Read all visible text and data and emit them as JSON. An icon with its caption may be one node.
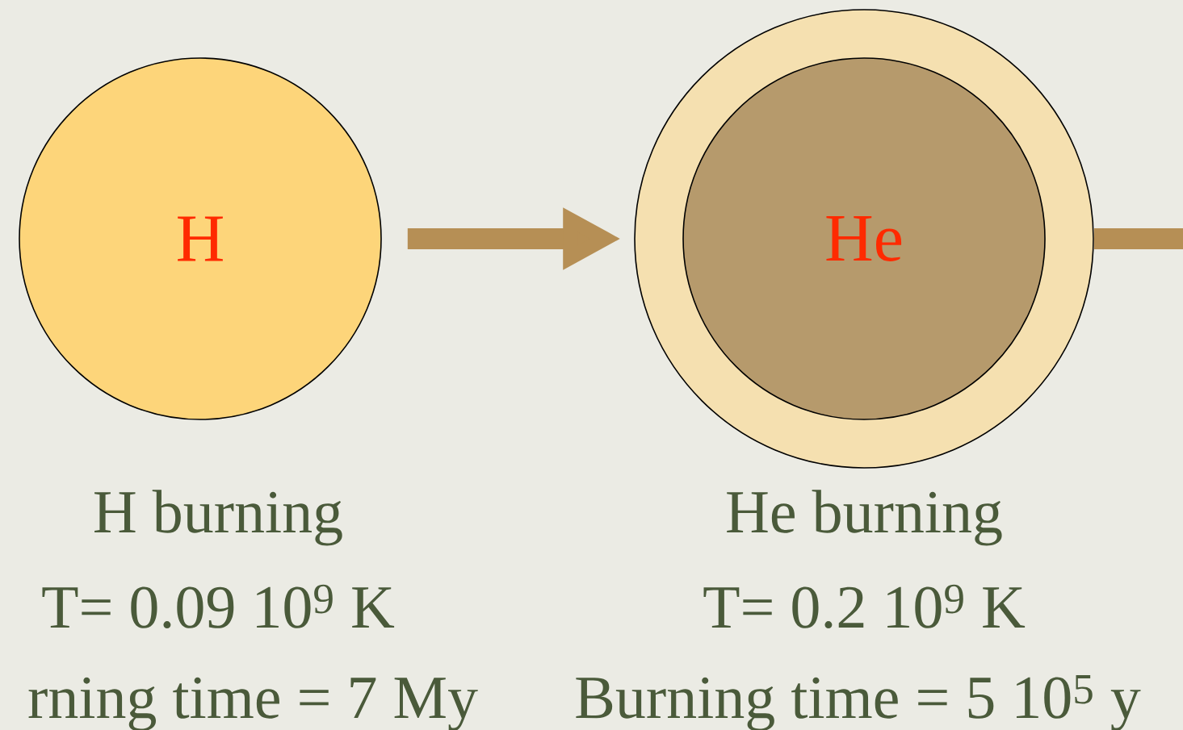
{
  "diagram": {
    "nodes": [
      {
        "text": [
          "H"
        ],
        "beside": [
          "H burning",
          "T= 0.09 10$^{9}$ K",
          "rning time = 7 My"
        ]
      },
      {
        "text": [],
        "shape": "circle",
        "beside": [
          "He burning",
          "T= 0.2 10$^{9}$ K",
          "Burning time = 5 10$^{5}$ y"
        ]
      },
      {
        "text": [
          "He"
        ],
        "in": 1
      }
    ],
    "edges": [
      {
        "from": 0,
        "to": 1,
        "arrow": "to"
      },
      {
        "from": 1,
        "to": null,
        "arrow": "none"
      }
    ]
  }
}
